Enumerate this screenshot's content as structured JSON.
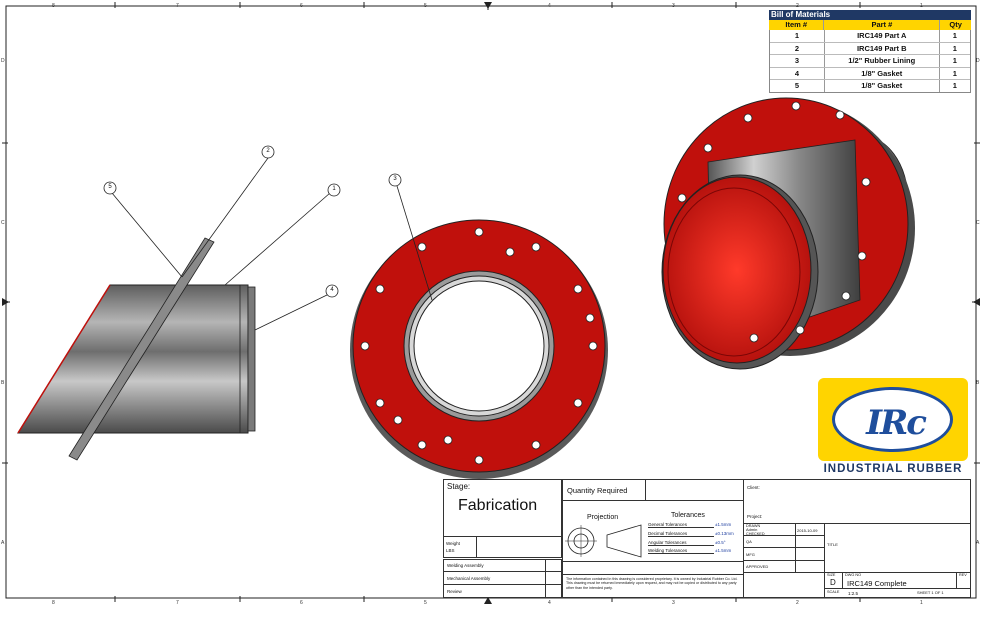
{
  "border": {
    "top_zones": [
      "8",
      "7",
      "6",
      "5",
      "4",
      "3",
      "2",
      "1"
    ],
    "bottom_zones": [
      "8",
      "7",
      "6",
      "5",
      "4",
      "3",
      "2",
      "1"
    ],
    "left_zones": [
      "D",
      "C",
      "B",
      "A"
    ],
    "right_zones": [
      "D",
      "C",
      "B",
      "A"
    ]
  },
  "bom": {
    "title": "Bill of Materials",
    "headers": [
      "Item #",
      "Part #",
      "Qty"
    ],
    "rows": [
      {
        "item": "1",
        "part": "IRC149 Part A",
        "qty": "1"
      },
      {
        "item": "2",
        "part": "IRC149 Part B",
        "qty": "1"
      },
      {
        "item": "3",
        "part": "1/2\" Rubber Lining",
        "qty": "1"
      },
      {
        "item": "4",
        "part": "1/8\" Gasket",
        "qty": "1"
      },
      {
        "item": "5",
        "part": "1/8\" Gasket",
        "qty": "1"
      }
    ],
    "header_color": "#ffd400",
    "title_color": "#1f3864"
  },
  "balloons": {
    "b2": "2",
    "b5": "5",
    "b1": "1",
    "b4": "4",
    "b3": "3"
  },
  "logo": {
    "mark": "IRc",
    "caption": "INDUSTRIAL RUBBER",
    "brand_blue": "#1f4e9c",
    "brand_yellow": "#ffd400"
  },
  "title_block": {
    "stage_label": "Stage:",
    "stage_value": "Fabrication",
    "quantity_label": "Quantity Required",
    "client_label": "Client:",
    "project_label": "Project:",
    "weight_label": "Weight",
    "weight_unit": "LBS",
    "welding_assembly": "Welding Assembly",
    "mechanical_assembly": "Mechanical Assembly",
    "review": "Review",
    "projection_label": "Projection",
    "tolerances_label": "Tolerances",
    "tolerances": [
      {
        "name": "General Tolerances",
        "value": "±1.5mm"
      },
      {
        "name": "Decimal Tolerances",
        "value": "±0.13mm"
      },
      {
        "name": "Angular Tolerances",
        "value": "±0.5°"
      },
      {
        "name": "Welding Tolerances",
        "value": "±1.5mm"
      }
    ],
    "drawn_label": "DRAWN",
    "drawn_by": "Admin",
    "drawn_date": "2015-10-09",
    "checked_label": "CHECKED",
    "qa_label": "QA",
    "mfg_label": "MFG",
    "approved_label": "APPROVED",
    "title_label": "TITLE",
    "size_label": "SIZE",
    "size_value": "D",
    "dwg_label": "DWG NO",
    "dwg_value": "IRC149 Complete",
    "rev_label": "REV",
    "scale_label": "SCALE",
    "scale_value": "1:2.5",
    "sheet_label": "SHEET 1  OF 1",
    "disclaimer": "The information contained in this drawing is considered proprietary. It is owned by Industrial Rubber Co. Ltd. This drawing must be returned immediately upon request, and may not be copied or distributed to any party other than the intended party."
  },
  "colors": {
    "red_rubber": "#c0100c",
    "steel": "#8a8a8a"
  }
}
